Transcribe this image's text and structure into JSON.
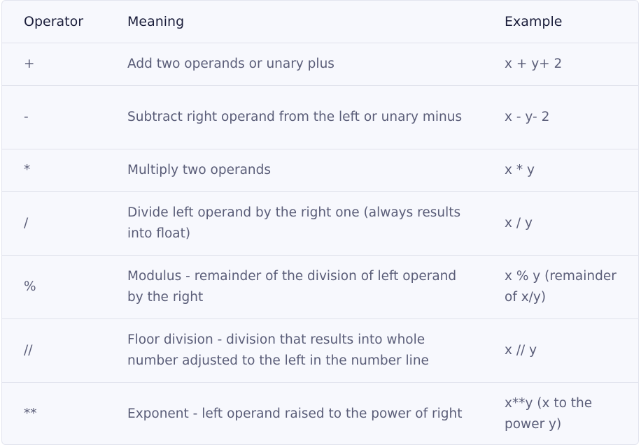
{
  "table": {
    "headers": [
      "Operator",
      "Meaning",
      "Example"
    ],
    "rows": [
      {
        "operator": "+",
        "meaning": "Add two operands or unary plus",
        "example": "x + y+ 2"
      },
      {
        "operator": "-",
        "meaning": "Subtract right operand from the left or unary minus",
        "example": "x - y- 2"
      },
      {
        "operator": "*",
        "meaning": "Multiply two operands",
        "example": "x * y"
      },
      {
        "operator": "/",
        "meaning": "Divide left operand by the right one (always results into float)",
        "example": "x / y"
      },
      {
        "operator": "%",
        "meaning": "Modulus - remainder of the division of left operand by the right",
        "example": "x % y (remainder of x/y)"
      },
      {
        "operator": "//",
        "meaning": "Floor division - division that results into whole number adjusted to the left in the number line",
        "example": "x // y"
      },
      {
        "operator": "**",
        "meaning": "Exponent - left operand raised to the power of right",
        "example": "x**y (x to the power y)"
      }
    ]
  }
}
